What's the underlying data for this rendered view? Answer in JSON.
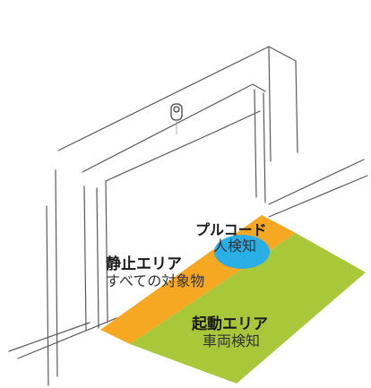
{
  "zones": {
    "pullcord": {
      "title": "プルコード",
      "subtitle": "人検知",
      "color": "#2aaee6"
    },
    "stop": {
      "title": "静止エリア",
      "subtitle": "すべての対象物",
      "color": "#f7a823"
    },
    "start": {
      "title": "起動エリア",
      "subtitle": "車両検知",
      "color": "#a8c83a"
    }
  }
}
